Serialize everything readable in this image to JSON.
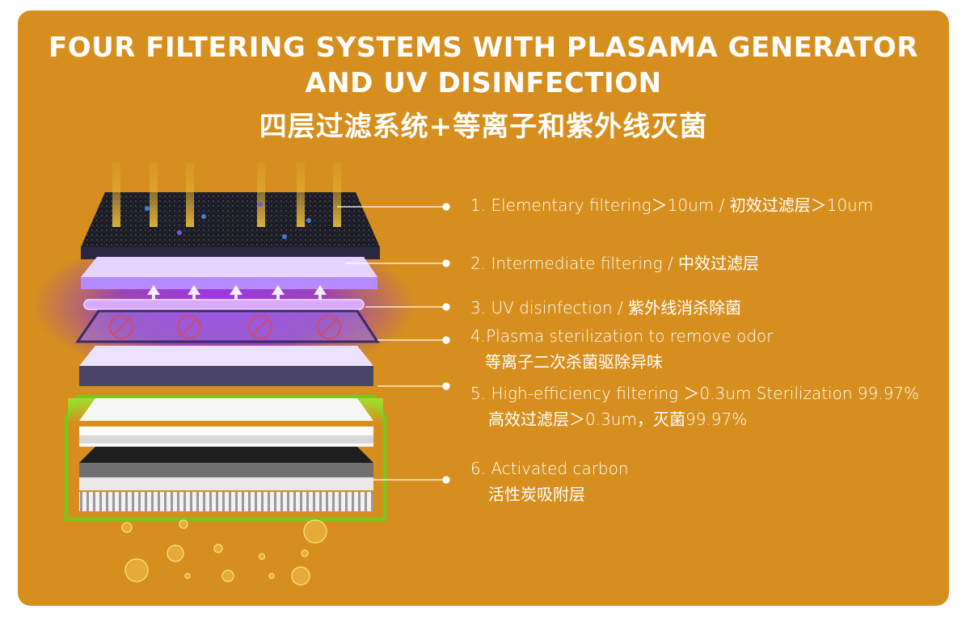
{
  "header": {
    "title_line1": "FOUR FILTERING SYSTEMS WITH PLASAMA GENERATOR",
    "title_line2": "AND UV DISINFECTION",
    "title_cn": "四层过滤系统+等离子和紫外线灭菌"
  },
  "layers": [
    {
      "line1": "1. Elementary filtering＞10um / 初效过滤层＞10um"
    },
    {
      "line1": "2. Intermediate filtering / 中效过滤层"
    },
    {
      "line1": "3. UV disinfection / 紫外线消杀除菌"
    },
    {
      "line1": "4.Plasma sterilization to remove odor",
      "line2": "等离子二次杀菌驱除异味"
    },
    {
      "line1": "5. High-efficiency filtering ＞0.3um Sterilization 99.97%",
      "line2": "高效过滤层＞0.3um，灭菌99.97%"
    },
    {
      "line1": "6. Activated carbon",
      "line2": "活性炭吸附层"
    }
  ],
  "colors": {
    "background": "#d68f1e",
    "text": "#ffffff",
    "uv_glow": "#8a2be2",
    "highlight_frame": "#7fc31c"
  }
}
